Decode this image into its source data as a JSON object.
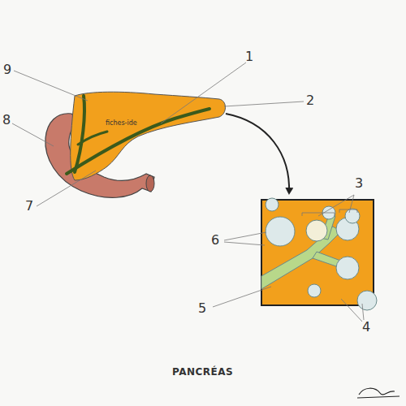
{
  "diagram": {
    "title": "PANCRÉAS",
    "labels": [
      "9",
      "1",
      "2",
      "8",
      "fiches-ide",
      "7",
      "3",
      "6",
      "5",
      "4"
    ]
  }
}
